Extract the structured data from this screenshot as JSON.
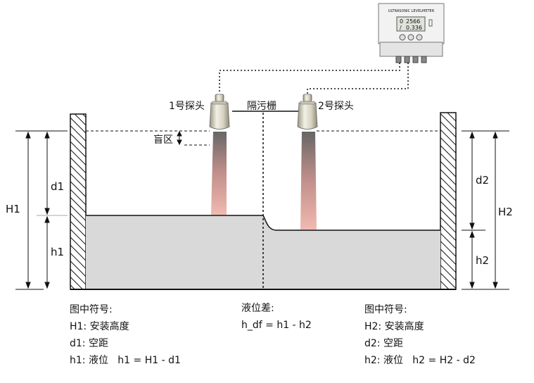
{
  "meter": {
    "title": "ULTRASONIC LEVELMETER",
    "display": {
      "row1_label": "0",
      "row1_value": "2566",
      "row2_label": "/",
      "row2_value": "0.336"
    }
  },
  "labels": {
    "probe1": "1号探头",
    "probe2": "2号探头",
    "screen": "隔污栅",
    "blind_zone": "盲区",
    "H1": "H1",
    "d1": "d1",
    "h1": "h1",
    "H2": "H2",
    "d2": "d2",
    "h2": "h2"
  },
  "legend_left": {
    "title": "图中符号:",
    "lines": [
      "H1: 安装高度",
      "d1: 空距",
      "h1: 液位   h1 = H1 - d1"
    ]
  },
  "legend_mid": {
    "title": "液位差:",
    "formula": "h_df = h1 - h2"
  },
  "legend_right": {
    "title": "图中符号:",
    "lines": [
      "H2: 安装高度",
      "d2: 空距",
      "h2: 液位   h2 = H2 - d2"
    ]
  },
  "colors": {
    "water": "#d9d9d9",
    "beam": "#e8a39a",
    "line": "#111111"
  }
}
